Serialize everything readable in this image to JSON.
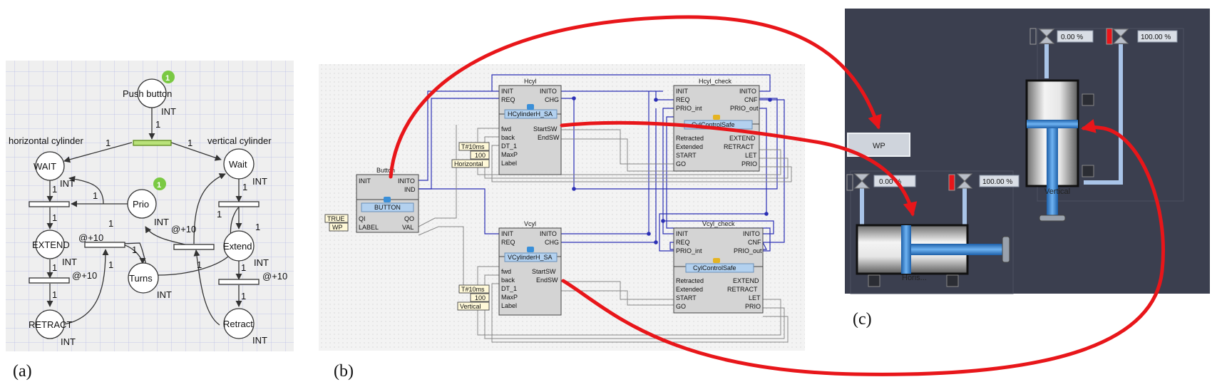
{
  "panel_labels": {
    "a": "(a)",
    "b": "(b)",
    "c": "(c)"
  },
  "petri": {
    "places": {
      "push_button": {
        "label": "Push button",
        "type": "INT",
        "tokens": "1"
      },
      "prio": {
        "label": "Prio",
        "type": "INT",
        "tokens": "1"
      },
      "turns": {
        "label": "Turns",
        "type": "INT"
      },
      "h_wait": {
        "label": "WAIT",
        "type": "INT"
      },
      "h_extend": {
        "label": "EXTEND",
        "type": "INT"
      },
      "h_retract": {
        "label": "RETRACT",
        "type": "INT"
      },
      "v_wait": {
        "label": "Wait",
        "type": "INT"
      },
      "v_extend": {
        "label": "Extend",
        "type": "INT"
      },
      "v_retract": {
        "label": "Retract",
        "type": "INT"
      }
    },
    "headings": {
      "horizontal": "horizontal cylinder",
      "vertical": "vertical cylinder"
    },
    "arc_weight": "1",
    "delay_label": "@+10"
  },
  "fb": {
    "common": {
      "INIT": "INIT",
      "INITO": "INITO",
      "REQ": "REQ",
      "CHG": "CHG",
      "CNF": "CNF",
      "PRIO_int": "PRIO_int",
      "PRIO_out": "PRIO_out",
      "fwd": "fwd",
      "back": "back",
      "DT_1": "DT_1",
      "MaxP": "MaxP",
      "Label": "Label",
      "StartSW": "StartSW",
      "EndSW": "EndSW",
      "Retracted": "Retracted",
      "Extended": "Extended",
      "START": "START",
      "GO": "GO",
      "EXTEND": "EXTEND",
      "RETRACT": "RETRACT",
      "LET": "LET",
      "PRIO": "PRIO",
      "QI": "QI",
      "QO": "QO",
      "LABEL": "LABEL",
      "VAL": "VAL",
      "IND": "IND",
      "safe_type": "CylControlSafe"
    },
    "hcyl": {
      "name": "Hcyl",
      "type": "HCylinderH_SA",
      "const_dt": "T#10ms",
      "const_maxp": "100",
      "const_label": "Horizontal"
    },
    "vcyl": {
      "name": "Vcyl",
      "type": "VCylinderH_SA",
      "const_dt": "T#10ms",
      "const_maxp": "100",
      "const_label": "Vertical"
    },
    "hcyl_check": {
      "name": "Hcyl_check"
    },
    "vcyl_check": {
      "name": "Vcyl_check"
    },
    "button": {
      "name": "Button",
      "type": "BUTTON",
      "const_qi": "TRUE",
      "const_label": "WP"
    }
  },
  "hmi": {
    "button_label": "WP",
    "h_valve_left": "0.00 %",
    "h_valve_right": "100.00 %",
    "v_valve_left": "0.00 %",
    "v_valve_right": "100.00 %",
    "horizontal_label": "Horis...",
    "vertical_label": "Vertical"
  },
  "colors": {
    "arrow": "#e8161a",
    "fb_wire": "#2b2fb5",
    "hmi_bg": "#3b3f4f",
    "token": "#7ac943",
    "cyl_blue": "#2a7fd4"
  }
}
